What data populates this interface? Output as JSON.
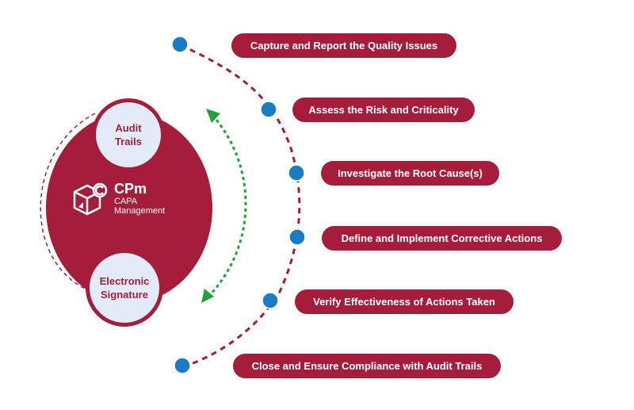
{
  "center": {
    "title": "CPm",
    "subtitle_line1": "CAPA",
    "subtitle_line2": "Management",
    "icon": "box-refresh-icon"
  },
  "features": [
    {
      "line1": "Audit",
      "line2": "Trails"
    },
    {
      "line1": "Electronic",
      "line2": "Signature"
    }
  ],
  "steps": [
    {
      "label": "Capture and Report the Quality Issues"
    },
    {
      "label": "Assess the Risk and Criticality"
    },
    {
      "label": "Investigate the Root Cause(s)"
    },
    {
      "label": "Define and Implement Corrective Actions"
    },
    {
      "label": "Verify Effectiveness of Actions Taken"
    },
    {
      "label": "Close and Ensure Compliance with Audit Trails"
    }
  ],
  "colors": {
    "brand": "#a51d3a",
    "node": "#1a7cc4",
    "arrow": "#1ea33a",
    "feature_bg": "#e3ebf9"
  }
}
